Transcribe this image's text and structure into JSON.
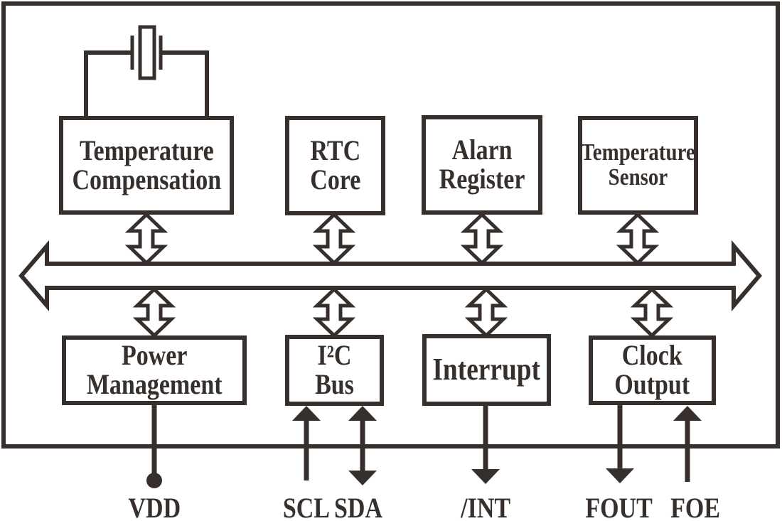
{
  "colors": {
    "ink": "#362f2c",
    "background": "#ffffff"
  },
  "blocks": {
    "top": [
      {
        "id": "temperature-compensation",
        "label": "Temperature\nCompensation"
      },
      {
        "id": "rtc-core",
        "label": "RTC\nCore"
      },
      {
        "id": "alarn-register",
        "label": "Alarn\nRegister"
      },
      {
        "id": "temperature-sensor",
        "label": "Temperature\nSensor"
      }
    ],
    "bottom": [
      {
        "id": "power-management",
        "label": "Power\nManagement"
      },
      {
        "id": "i2c-bus",
        "label": "I²C  Bus"
      },
      {
        "id": "interrupt",
        "label": "Interrupt"
      },
      {
        "id": "clock-output",
        "label": "Clock\nOutput"
      }
    ]
  },
  "pins": [
    {
      "id": "vdd",
      "label": "VDD",
      "direction": "supply-pad"
    },
    {
      "id": "scl",
      "label": "SCL",
      "direction": "input"
    },
    {
      "id": "sda",
      "label": "SDA",
      "direction": "bidirectional"
    },
    {
      "id": "int",
      "label": "/INT",
      "direction": "output"
    },
    {
      "id": "fout",
      "label": "FOUT",
      "direction": "output"
    },
    {
      "id": "foe",
      "label": "FOE",
      "direction": "input"
    }
  ],
  "icons": {
    "crystal": "crystal-oscillator-symbol",
    "bus": "bidirectional-bus-arrow"
  }
}
